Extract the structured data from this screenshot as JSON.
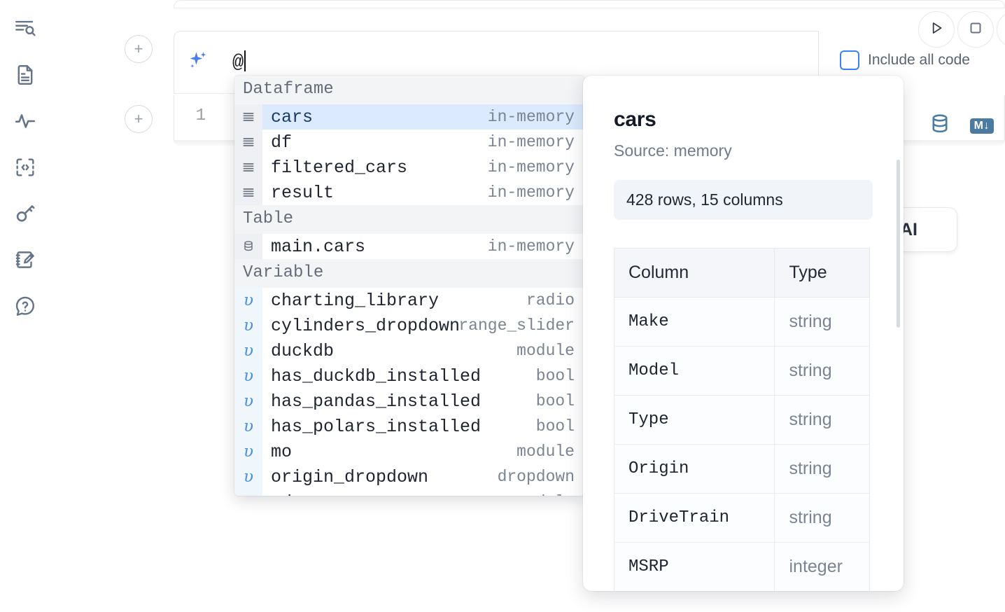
{
  "app": {
    "accent_blue": "#3b82f6",
    "selected_row_bg": "#dbeafe",
    "icon_slate": "#64748b"
  },
  "sidebar": {
    "items": [
      {
        "name": "outline-search-icon",
        "label": "Explore / Outline"
      },
      {
        "name": "file-text-icon",
        "label": "Notebook File"
      },
      {
        "name": "activity-icon",
        "label": "Activity / Runtime"
      },
      {
        "name": "code-snippet-icon",
        "label": "Snippets"
      },
      {
        "name": "key-icon",
        "label": "Secrets"
      },
      {
        "name": "scratchpad-icon",
        "label": "Scratchpad"
      },
      {
        "name": "help-chat-icon",
        "label": "Help"
      }
    ]
  },
  "toolbar": {
    "run_label": "Run",
    "stop_label": "Stop",
    "extra_label": "More",
    "add_cell_label": "+"
  },
  "ai_prompt": {
    "sparkle_icon": "sparkles-icon",
    "value": "@",
    "include_all_code_label": "Include all code",
    "include_all_code_checked": false,
    "ai_chip_label": "h AI"
  },
  "code_cell": {
    "line_number": "1",
    "database_icon_label": "Database",
    "markdown_icon_label": "M↓"
  },
  "autocomplete": {
    "sections": [
      {
        "title": "Dataframe",
        "kind": "dataframe",
        "gutter_glyph": "dataframe-lines-icon",
        "items": [
          {
            "name": "cars",
            "meta": "in-memory",
            "selected": true
          },
          {
            "name": "df",
            "meta": "in-memory",
            "selected": false
          },
          {
            "name": "filtered_cars",
            "meta": "in-memory",
            "selected": false
          },
          {
            "name": "result",
            "meta": "in-memory",
            "selected": false
          }
        ]
      },
      {
        "title": "Table",
        "kind": "table",
        "gutter_glyph": "database-icon",
        "items": [
          {
            "name": "main.cars",
            "meta": "in-memory",
            "selected": false
          }
        ]
      },
      {
        "title": "Variable",
        "kind": "variable",
        "gutter_glyph": "υ",
        "items": [
          {
            "name": "charting_library",
            "meta": "radio",
            "selected": false
          },
          {
            "name": "cylinders_dropdown",
            "meta": "range_slider",
            "selected": false
          },
          {
            "name": "duckdb",
            "meta": "module",
            "selected": false
          },
          {
            "name": "has_duckdb_installed",
            "meta": "bool",
            "selected": false
          },
          {
            "name": "has_pandas_installed",
            "meta": "bool",
            "selected": false
          },
          {
            "name": "has_polars_installed",
            "meta": "bool",
            "selected": false
          },
          {
            "name": "mo",
            "meta": "module",
            "selected": false
          },
          {
            "name": "origin_dropdown",
            "meta": "dropdown",
            "selected": false
          },
          {
            "name": "pd",
            "meta": "module",
            "selected": false
          }
        ]
      }
    ]
  },
  "detail": {
    "title": "cars",
    "source": "Source: memory",
    "shape": "428 rows, 15 columns",
    "table": {
      "headers": [
        "Column",
        "Type"
      ],
      "rows": [
        [
          "Make",
          "string"
        ],
        [
          "Model",
          "string"
        ],
        [
          "Type",
          "string"
        ],
        [
          "Origin",
          "string"
        ],
        [
          "DriveTrain",
          "string"
        ],
        [
          "MSRP",
          "integer"
        ]
      ]
    }
  }
}
